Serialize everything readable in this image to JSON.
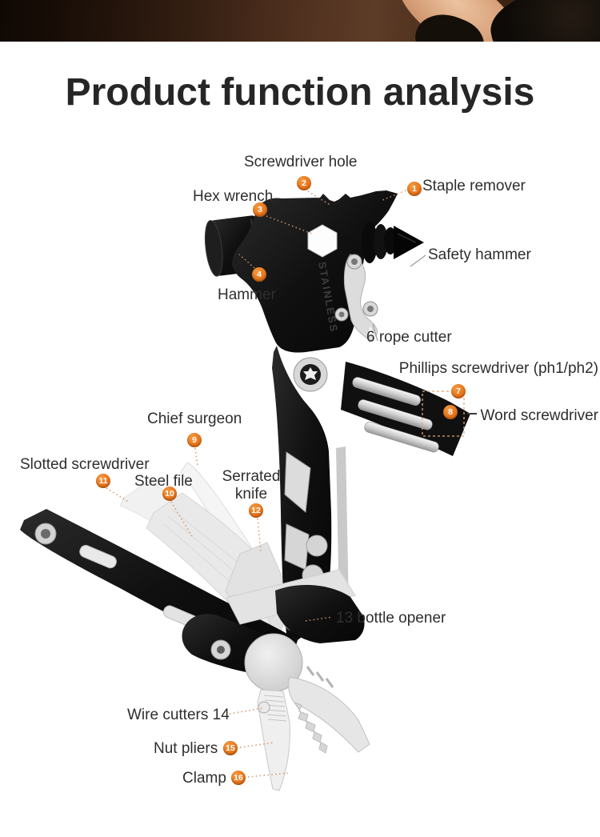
{
  "title": "Product function analysis",
  "tool": {
    "engraving": "STAINLESS"
  },
  "labels": {
    "staple_remover": {
      "badge": "1",
      "text": "Staple remover"
    },
    "screwdriver_hole": {
      "badge": "2",
      "text": "Screwdriver hole"
    },
    "hex_wrench": {
      "badge": "3",
      "text": "Hex wrench"
    },
    "hammer": {
      "badge": "4",
      "text": "Hammer"
    },
    "safety_hammer": {
      "text": "Safety hammer"
    },
    "rope_cutter": {
      "text": "6 rope cutter"
    },
    "phillips_screwdriver": {
      "badge": "7",
      "text": "Phillips screwdriver (ph1/ph2)"
    },
    "word_screwdriver": {
      "badge": "8",
      "text": "Word screwdriver"
    },
    "chief_surgeon": {
      "badge": "9",
      "text": "Chief surgeon"
    },
    "steel_file": {
      "badge": "10",
      "text": "Steel file"
    },
    "slotted_screwdriver": {
      "badge": "11",
      "text": "Slotted screwdriver"
    },
    "serrated_knife": {
      "badge": "12",
      "text": "Serrated knife"
    },
    "bottle_opener": {
      "text": "13 bottle opener"
    },
    "wire_cutters": {
      "text": "Wire cutters 14"
    },
    "nut_pliers": {
      "badge": "15",
      "text": "Nut pliers"
    },
    "clamp": {
      "badge": "16",
      "text": "Clamp"
    }
  },
  "colors": {
    "badge_orange": "#e8761d",
    "label_text": "#2e2e2e",
    "leader_dotted": "#d1946a",
    "leader_gray": "#9a9a9a",
    "tool_black": "#141414",
    "tool_silver": "#dcdcdc"
  }
}
